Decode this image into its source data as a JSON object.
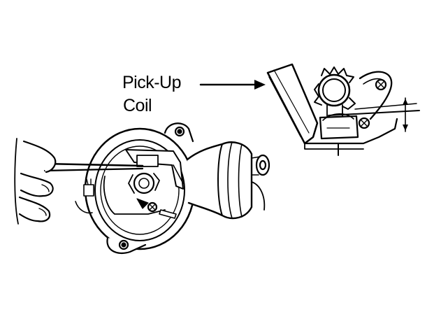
{
  "callout": {
    "line1": "Pick-Up",
    "line2": "Coil"
  },
  "colors": {
    "ink": "#000000",
    "paper": "#ffffff"
  },
  "parts": [
    "distributor-housing",
    "vacuum-advance-unit",
    "feeler-gauge-hand",
    "pick-up-coil-assembly",
    "reluctor",
    "breaker-plate"
  ]
}
